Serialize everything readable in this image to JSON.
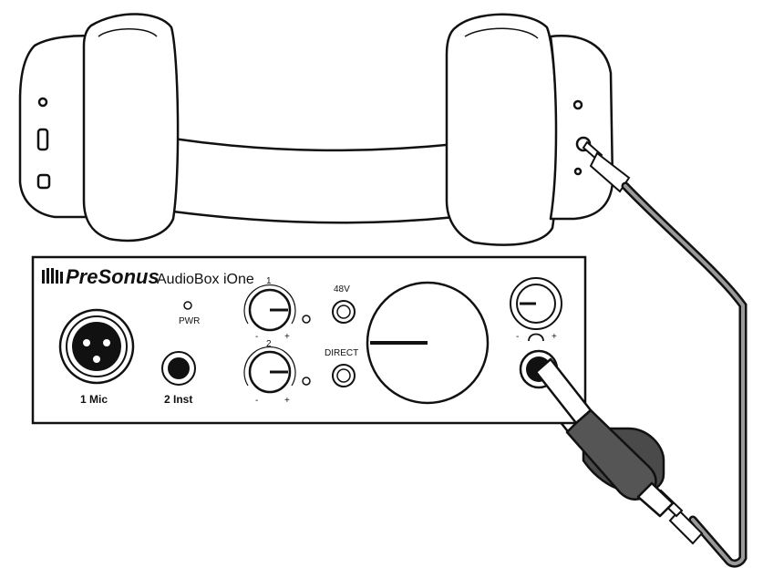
{
  "device": {
    "brand": "PreSonus",
    "model": "AudioBox iOne",
    "pwr_label": "PWR",
    "phantom_label": "48V",
    "direct_label": "DIRECT",
    "input1_label": "1 Mic",
    "input2_label": "2 Inst",
    "gain1_number": "1",
    "gain2_number": "2",
    "minus": "-",
    "plus": "+"
  },
  "icons": [
    "headphones-icon",
    "presonus-logo-icon",
    "xlr-jack-icon",
    "headphone-symbol-icon"
  ]
}
